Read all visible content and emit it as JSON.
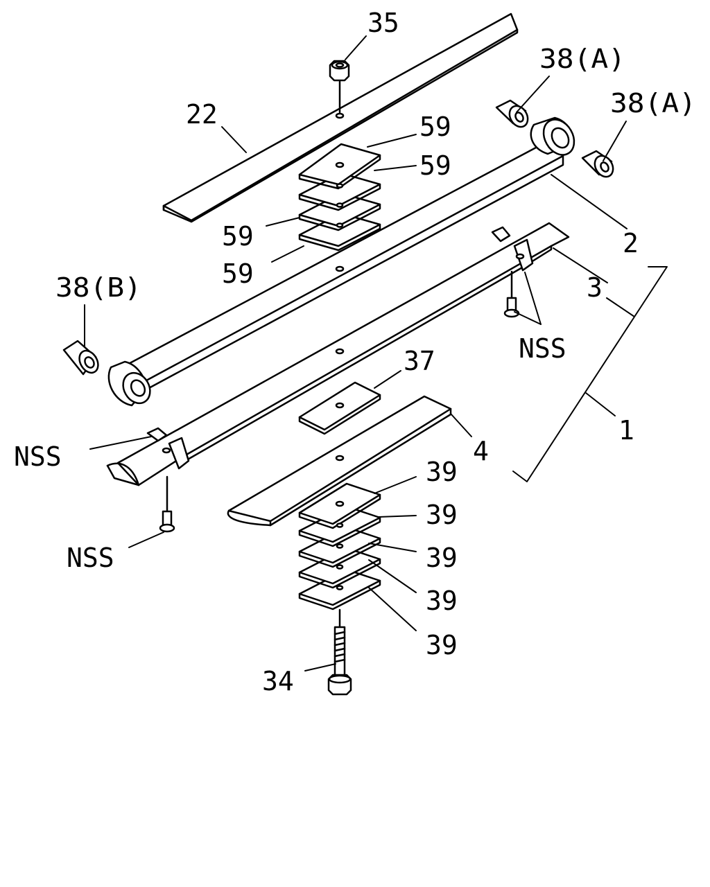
{
  "labels": {
    "p35": "35",
    "p22": "22",
    "p38a_1": "38(A)",
    "p38a_2": "38(A)",
    "p59_1": "59",
    "p59_2": "59",
    "p59_3": "59",
    "p59_4": "59",
    "p2": "2",
    "p3": "3",
    "p38b": "38(B)",
    "nss_1": "NSS",
    "p37": "37",
    "p1": "1",
    "nss_2": "NSS",
    "p4": "4",
    "p39_1": "39",
    "p39_2": "39",
    "p39_3": "39",
    "p39_4": "39",
    "p39_5": "39",
    "nss_3": "NSS",
    "p34": "34"
  },
  "colors": {
    "line": "#000000",
    "fill": "#ffffff"
  }
}
